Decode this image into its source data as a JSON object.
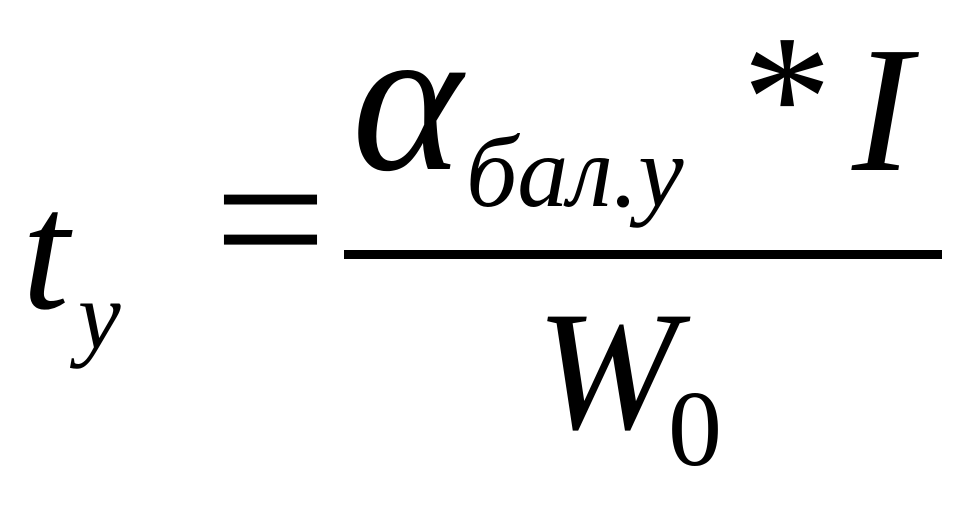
{
  "formula": {
    "lhs": {
      "symbol": "t",
      "subscript": "у"
    },
    "relation": "=",
    "numerator": {
      "coefficient": "α",
      "coefficient_subscript": "бал.у",
      "operator": "*",
      "factor": "I"
    },
    "denominator": {
      "symbol": "W",
      "subscript": "0"
    }
  }
}
